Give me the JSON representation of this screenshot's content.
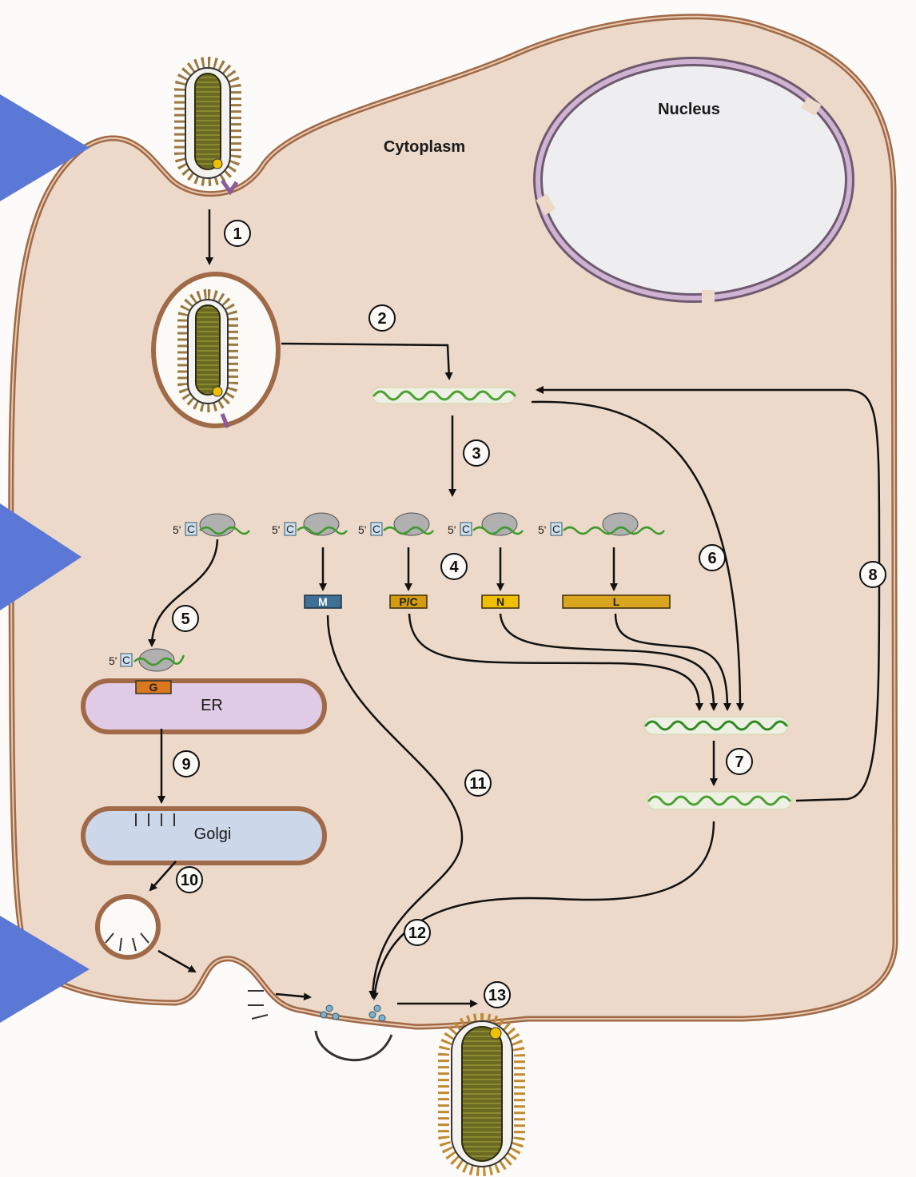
{
  "labels": {
    "cytoplasm": "Cytoplasm",
    "nucleus": "Nucleus",
    "er": "ER",
    "golgi": "Golgi"
  },
  "proteins": {
    "m": "M",
    "pc": "P/C",
    "n": "N",
    "l": "L",
    "g": "G"
  },
  "cap": {
    "five_prime": "5'",
    "c": "C"
  },
  "steps": [
    "1",
    "2",
    "3",
    "4",
    "5",
    "6",
    "7",
    "8",
    "9",
    "10",
    "11",
    "12",
    "13"
  ],
  "colors": {
    "cell": "#ecd9c9",
    "membrane": "#a06a48",
    "er": "#e0cbe6",
    "golgi": "#cdd7ea",
    "m_protein": "#3f6f94",
    "pc_protein": "#d29b10",
    "n_protein": "#f0c000",
    "l_protein": "#d9a520",
    "g_protein": "#d9781c",
    "rna_green": "#3d9a2a",
    "blue_marker": "#5b78d6"
  }
}
